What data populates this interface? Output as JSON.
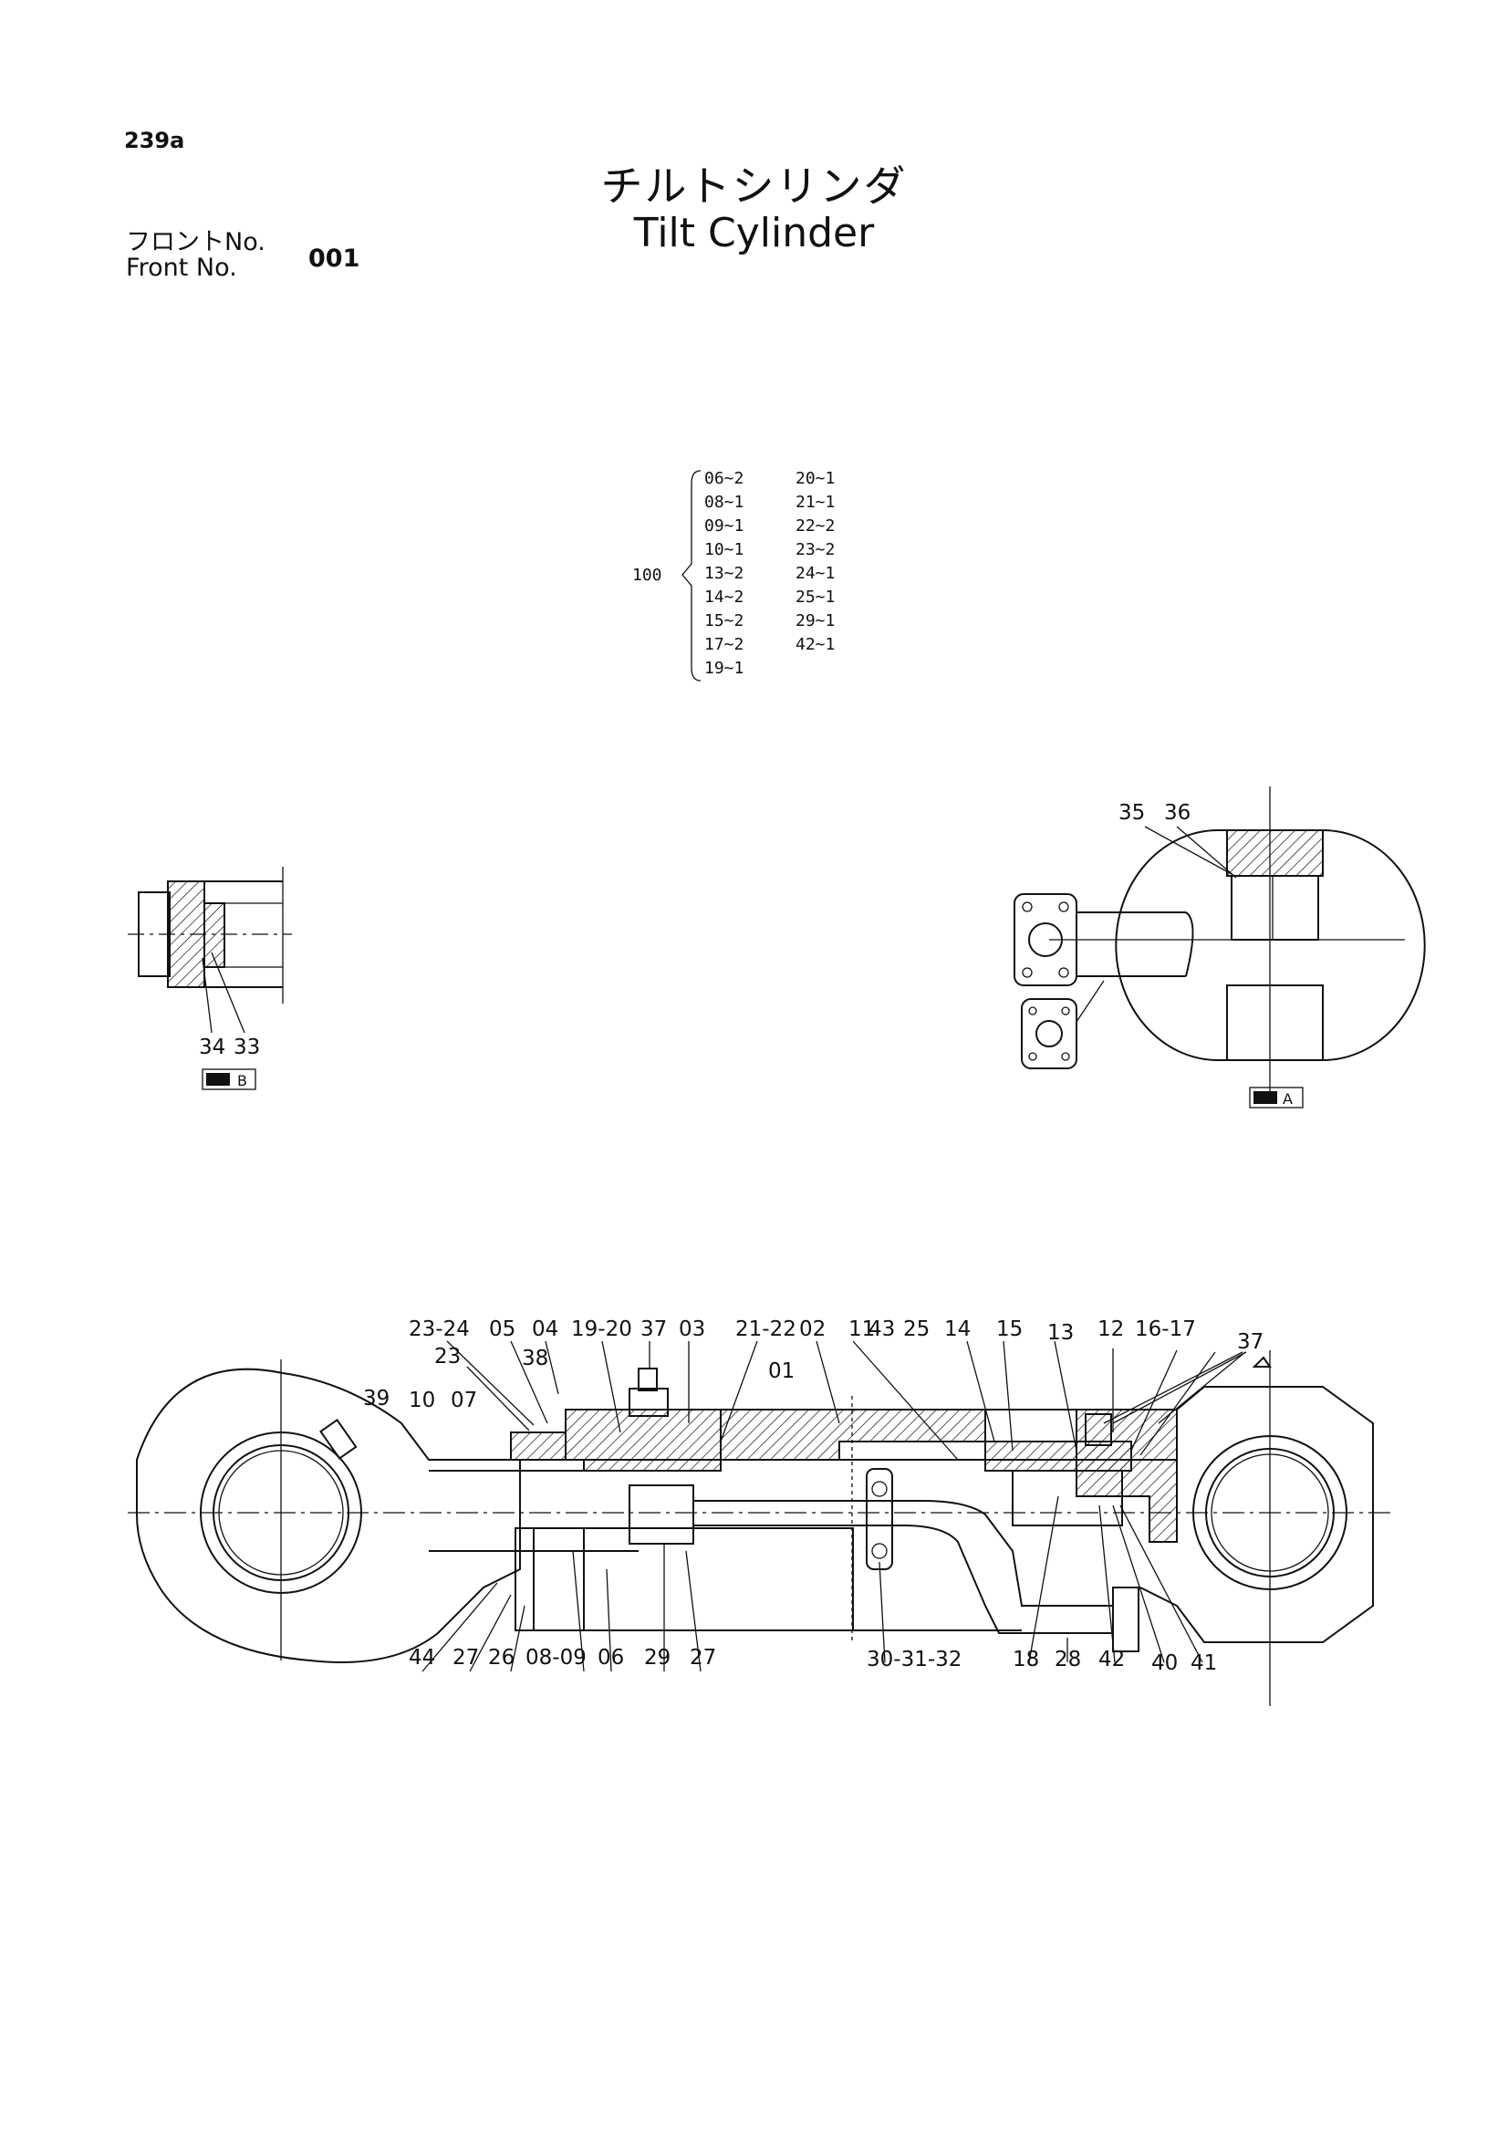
{
  "page_number": "239a",
  "title_jp": "チルトシリンダ",
  "title_en": "Tilt Cylinder",
  "front_label_jp": "フロントNo.",
  "front_label_en": "Front No.",
  "front_no": "001",
  "kit": {
    "number": "100",
    "col1": [
      "06~2",
      "08~1",
      "09~1",
      "10~1",
      "13~2",
      "14~2",
      "15~2",
      "17~2",
      "19~1"
    ],
    "col2": [
      "20~1",
      "21~1",
      "22~2",
      "23~2",
      "24~1",
      "25~1",
      "29~1",
      "42~1"
    ]
  },
  "detail_b": {
    "labels": [
      "34",
      "33"
    ],
    "badge": "B"
  },
  "detail_a": {
    "labels": [
      "35",
      "36"
    ],
    "badge": "A"
  },
  "main": {
    "top_labels": [
      "23-24",
      "05",
      "04",
      "19-20",
      "37",
      "03",
      "21-22",
      "02",
      "11",
      "43",
      "25",
      "14",
      "15",
      "13",
      "12",
      "16-17",
      "37"
    ],
    "upper_labels": [
      "23",
      "38",
      "39",
      "10",
      "07",
      "01"
    ],
    "bottom_labels": [
      "44",
      "27",
      "26",
      "08-09",
      "06",
      "29",
      "27",
      "30-31-32",
      "18",
      "28",
      "42",
      "40",
      "41"
    ]
  }
}
